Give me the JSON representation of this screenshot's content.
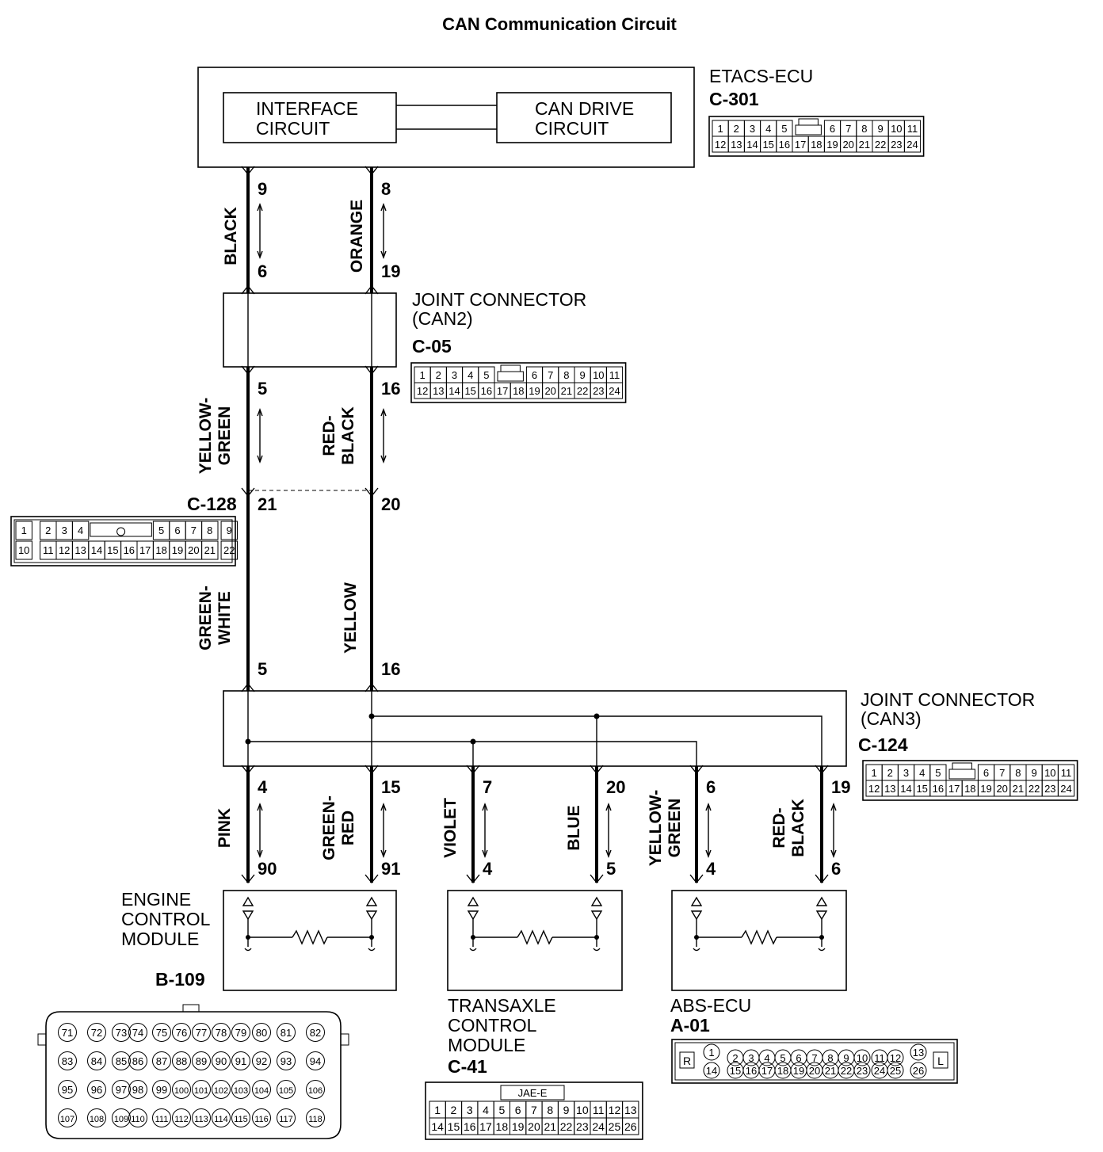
{
  "title": "CAN Communication Circuit",
  "etacs": {
    "name": "ETACS-ECU",
    "code": "C-301",
    "interface": [
      "INTERFACE",
      "CIRCUIT"
    ],
    "candrive": [
      "CAN DRIVE",
      "CIRCUIT"
    ],
    "pins_top": [
      "1",
      "2",
      "3",
      "4",
      "5",
      "",
      "6",
      "7",
      "8",
      "9",
      "10",
      "11"
    ],
    "pins_bottom": [
      "12",
      "13",
      "14",
      "15",
      "16",
      "17",
      "18",
      "19",
      "20",
      "21",
      "22",
      "23",
      "24"
    ]
  },
  "jc2": {
    "name": "JOINT CONNECTOR",
    "sub": "(CAN2)",
    "code": "C-05",
    "pins_top": [
      "1",
      "2",
      "3",
      "4",
      "5",
      "",
      "6",
      "7",
      "8",
      "9",
      "10",
      "11"
    ],
    "pins_bottom": [
      "12",
      "13",
      "14",
      "15",
      "16",
      "17",
      "18",
      "19",
      "20",
      "21",
      "22",
      "23",
      "24"
    ]
  },
  "jc3": {
    "name": "JOINT CONNECTOR",
    "sub": "(CAN3)",
    "code": "C-124",
    "pins_top": [
      "1",
      "2",
      "3",
      "4",
      "5",
      "",
      "6",
      "7",
      "8",
      "9",
      "10",
      "11"
    ],
    "pins_bottom": [
      "12",
      "13",
      "14",
      "15",
      "16",
      "17",
      "18",
      "19",
      "20",
      "21",
      "22",
      "23",
      "24"
    ]
  },
  "c128": {
    "code": "C-128",
    "pins_top": [
      "1",
      "2",
      "3",
      "4",
      "5",
      "6",
      "7",
      "8",
      "9"
    ],
    "pins_bottom": [
      "10",
      "11",
      "12",
      "13",
      "14",
      "15",
      "16",
      "17",
      "18",
      "19",
      "20",
      "21",
      "22"
    ]
  },
  "wires": {
    "etacs_left": {
      "color": "BLACK",
      "from": "9",
      "to": "6"
    },
    "etacs_right": {
      "color": "ORANGE",
      "from": "8",
      "to": "19"
    },
    "mid_left": {
      "color": [
        "YELLOW-",
        "GREEN"
      ],
      "from": "5",
      "to": "21"
    },
    "mid_right": {
      "color": [
        "RED-",
        "BLACK"
      ],
      "from": "16",
      "to": "20"
    },
    "low_left": {
      "color": [
        "GREEN-",
        "WHITE"
      ],
      "to": "5"
    },
    "low_right": {
      "color": "YELLOW",
      "to": "16"
    },
    "ecm_l": {
      "color": "PINK",
      "from": "4",
      "to": "90"
    },
    "ecm_r": {
      "color": [
        "GREEN-",
        "RED"
      ],
      "from": "15",
      "to": "91"
    },
    "tcm_l": {
      "color": "VIOLET",
      "from": "7",
      "to": "4"
    },
    "tcm_r": {
      "color": "BLUE",
      "from": "20",
      "to": "5"
    },
    "abs_l": {
      "color": [
        "YELLOW-",
        "GREEN"
      ],
      "from": "6",
      "to": "4"
    },
    "abs_r": {
      "color": [
        "RED-",
        "BLACK"
      ],
      "from": "19",
      "to": "6"
    }
  },
  "ecm": {
    "name": [
      "ENGINE",
      "CONTROL",
      "MODULE"
    ],
    "code": "B-109",
    "rows": [
      [
        "71",
        "72",
        "73",
        "74",
        "75",
        "76",
        "77",
        "78",
        "79",
        "80",
        "81",
        "82"
      ],
      [
        "83",
        "84",
        "85",
        "86",
        "87",
        "88",
        "89",
        "90",
        "91",
        "92",
        "93",
        "94"
      ],
      [
        "95",
        "96",
        "97",
        "98",
        "99",
        "100",
        "101",
        "102",
        "103",
        "104",
        "105",
        "106"
      ],
      [
        "107",
        "108",
        "109",
        "110",
        "111",
        "112",
        "113",
        "114",
        "115",
        "116",
        "117",
        "118"
      ]
    ]
  },
  "tcm": {
    "name": [
      "TRANSAXLE",
      "CONTROL",
      "MODULE"
    ],
    "code": "C-41",
    "tag": "JAE-E",
    "pins_top": [
      "1",
      "2",
      "3",
      "4",
      "5",
      "6",
      "7",
      "8",
      "9",
      "10",
      "11",
      "12",
      "13"
    ],
    "pins_bottom": [
      "14",
      "15",
      "16",
      "17",
      "18",
      "19",
      "20",
      "21",
      "22",
      "23",
      "24",
      "25",
      "26"
    ]
  },
  "abs": {
    "name": "ABS-ECU",
    "code": "A-01",
    "left_tag": "R",
    "right_tag": "L",
    "pins_top": [
      "1",
      "2",
      "3",
      "4",
      "5",
      "6",
      "7",
      "8",
      "9",
      "10",
      "11",
      "12",
      "13"
    ],
    "pins_bottom": [
      "14",
      "15",
      "16",
      "17",
      "18",
      "19",
      "20",
      "21",
      "22",
      "23",
      "24",
      "25",
      "26"
    ]
  }
}
